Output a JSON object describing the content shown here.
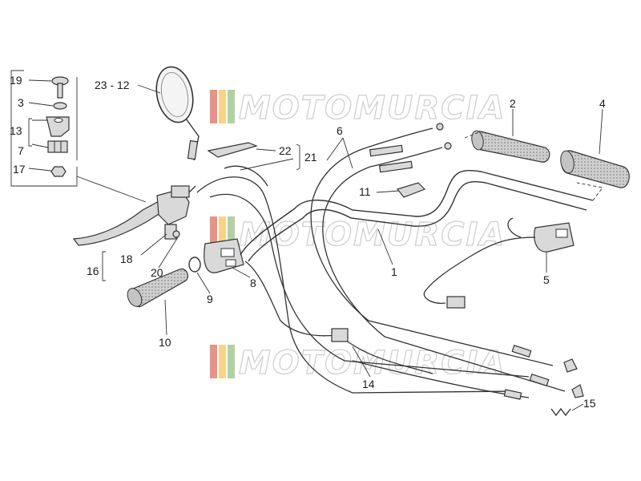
{
  "diagram": {
    "watermark_text": "MOTOMURCIA",
    "colors": {
      "line": "#333333",
      "grip": "#bdbdbd",
      "watermark_stripe_1": "#d94a3a",
      "watermark_stripe_2": "#f2b632",
      "watermark_stripe_3": "#7fb069"
    },
    "labels": {
      "l19": "19",
      "l3": "3",
      "l13": "13",
      "l7": "7",
      "l17": "17",
      "l23_12": "23 - 12",
      "l22": "22",
      "l21": "21",
      "l6": "6",
      "l2": "2",
      "l4": "4",
      "l11": "11",
      "l16": "16",
      "l18": "18",
      "l20": "20",
      "l9": "9",
      "l8": "8",
      "l10": "10",
      "l1": "1",
      "l5": "5",
      "l14": "14",
      "l15": "15"
    }
  }
}
